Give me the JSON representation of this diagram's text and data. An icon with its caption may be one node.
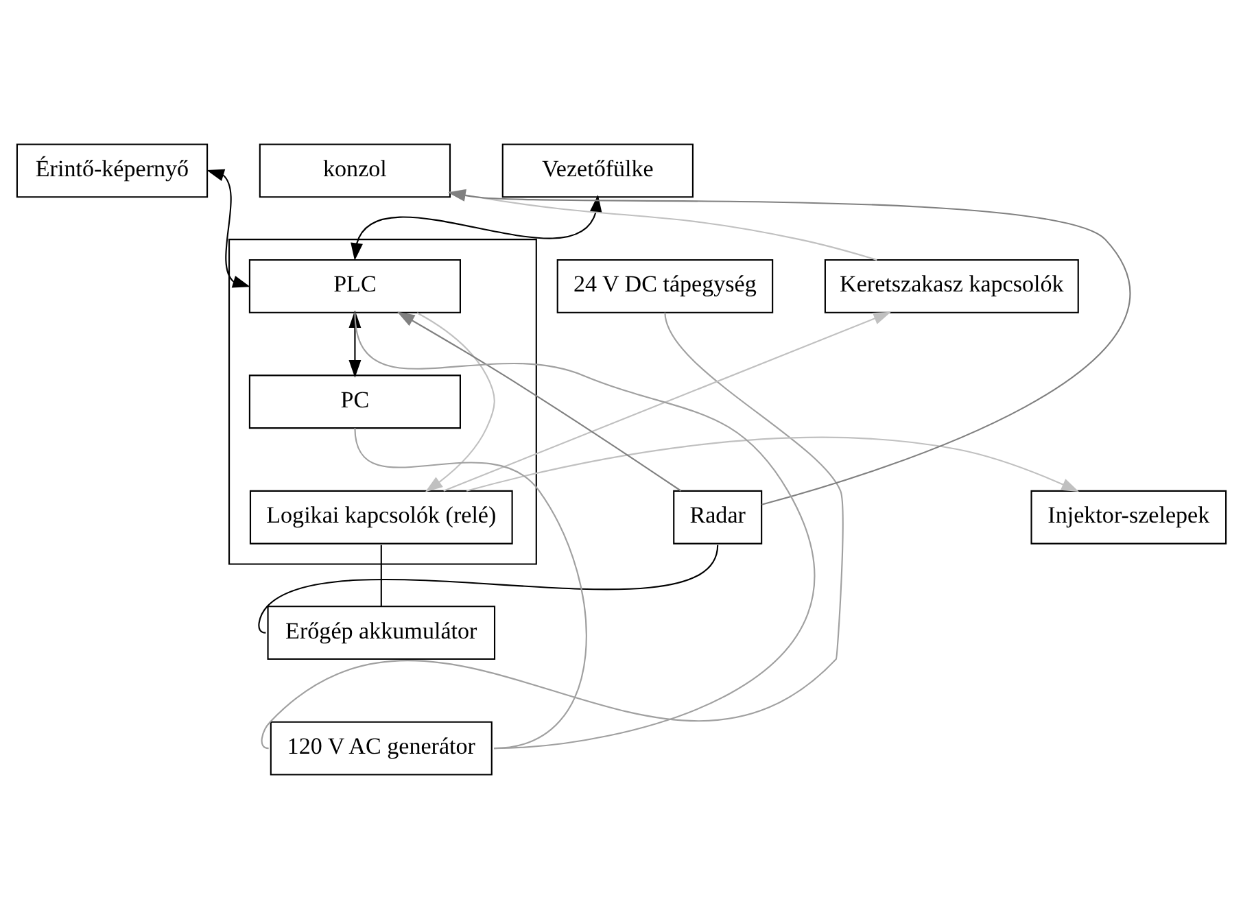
{
  "diagram": {
    "nodes": [
      {
        "text": [
          "Érintő-képernyő"
        ]
      },
      {
        "text": [
          "konzol"
        ]
      },
      {
        "text": [
          "Vezetőfülke"
        ]
      },
      {
        "text": [
          "24 V DC tápegység"
        ]
      },
      {
        "text": [],
        "shape": "box"
      },
      {
        "text": [
          "PLC"
        ],
        "in": 4
      },
      {
        "text": [
          "PC"
        ],
        "in": 4
      },
      {
        "text": [
          "Logikai kapcsolók (relé)"
        ],
        "in": 4
      },
      {
        "text": [
          "Keretszakasz kapcsolók"
        ]
      },
      {
        "text": [
          "Radar"
        ]
      },
      {
        "text": [
          "Injektor-szelepek"
        ]
      },
      {
        "text": [
          "Erőgép akkumulátor"
        ]
      },
      {
        "text": [
          "120 V AC generátor"
        ]
      }
    ],
    "edges": [
      {
        "from": 5,
        "to": 0,
        "arrow": "both"
      },
      {
        "from": 5,
        "to": 2,
        "arrow": "both"
      },
      {
        "from": 5,
        "to": 6,
        "arrow": "both"
      },
      {
        "from": 9,
        "to": 1,
        "arrow": "to",
        "color": "#808080"
      },
      {
        "from": 9,
        "to": 5,
        "arrow": "to",
        "color": "#808080"
      },
      {
        "from": 5,
        "to": 7,
        "arrow": "to",
        "color": "#c0c0c0"
      },
      {
        "from": 7,
        "to": 10,
        "arrow": "to",
        "color": "#c0c0c0"
      },
      {
        "from": 7,
        "to": 8,
        "arrow": "to",
        "color": "#c0c0c0"
      },
      {
        "from": 8,
        "to": 1,
        "arrow": "to",
        "color": "#c0c0c0"
      },
      {
        "from": 7,
        "to": 11,
        "arrow": "none"
      },
      {
        "from": 9,
        "to": 11,
        "arrow": "none"
      },
      {
        "from": 3,
        "to": 12,
        "arrow": "none",
        "color": "#a0a0a0"
      },
      {
        "from": 12,
        "to": 5,
        "arrow": "none",
        "color": "#a0a0a0"
      },
      {
        "from": 12,
        "to": 6,
        "arrow": "none",
        "color": "#a0a0a0"
      }
    ]
  }
}
